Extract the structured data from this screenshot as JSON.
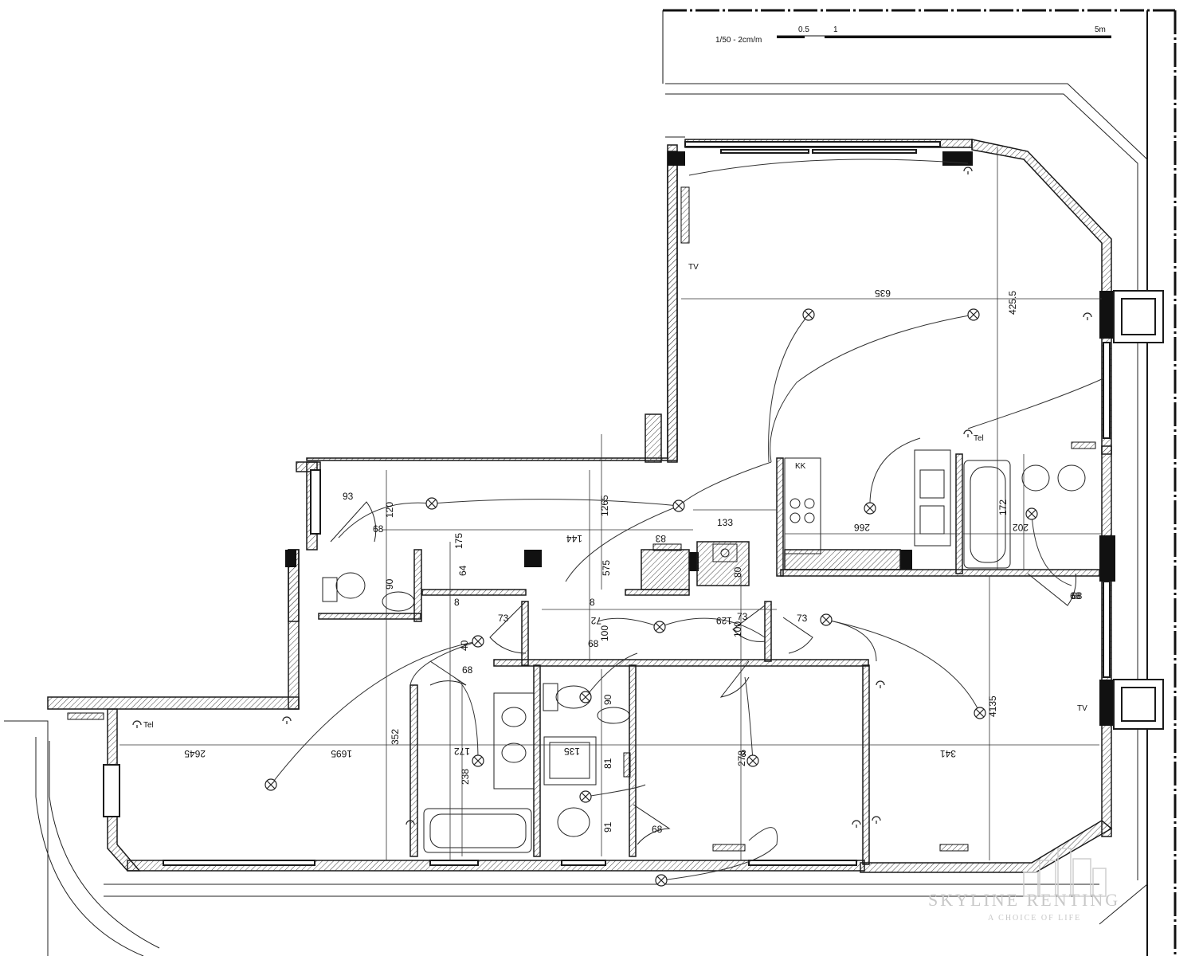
{
  "scale": {
    "ratio_label": "1/50 - 2cm/m",
    "ticks": [
      "0.5",
      "1",
      "5m"
    ]
  },
  "dimensions": [
    "635",
    "425.5",
    "133",
    "266",
    "202",
    "172",
    "1265",
    "175",
    "144",
    "83",
    "80",
    "120",
    "93",
    "68",
    "90",
    "64",
    "575",
    "8",
    "8",
    "73",
    "72",
    "100",
    "129",
    "100",
    "73",
    "73",
    "68",
    "40",
    "68",
    "68",
    "90",
    "4135",
    "352",
    "238",
    "172",
    "135",
    "81",
    "91",
    "278",
    "3",
    "341",
    "2645",
    "1695",
    "68",
    "68"
  ],
  "symbols": {
    "tel_label_1": "Tel",
    "tel_label_2": "Tel",
    "tv_label_1": "TV",
    "tv_label_2": "TV",
    "kk_label": "KK",
    "lamp_icon": "light-fixture-icon",
    "outlet_icon": "outlet-icon"
  },
  "watermark": {
    "brand": "SKYLINE RENTING",
    "tagline": "A CHOICE OF LIFE"
  },
  "colors": {
    "ink": "#1a1a1a",
    "watermark": "#c8c8c8",
    "pillar": "#111111"
  }
}
